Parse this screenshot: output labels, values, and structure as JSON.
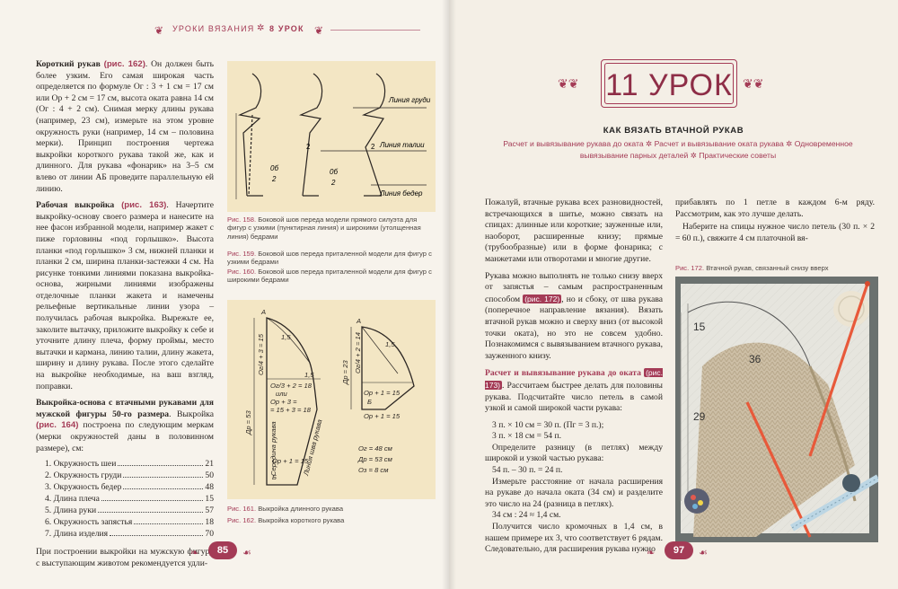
{
  "header": {
    "section": "УРОКИ ВЯЗАНИЯ",
    "lesson": "8 УРОК"
  },
  "left_text": {
    "p1_head": "Короткий рукав",
    "p1_ref": "(рис. 162)",
    "p1_body": ". Он должен быть более узким. Его самая широкая часть определяется по формуле Ог : 3 + 1 см = 17 см или Ор + 2 см = 17 см, высота оката равна 14 см (Ог : 4 + 2 см). Снимая мерку длины рукава (например, 23 см), измерьте на этом уровне окружность руки (например, 14 см – половина мерки). Принцип построения чертежа выкройки короткого рукава такой же, как и длинного. Для рукава «фонарик» на 3–5 см влево от линии АБ проведите параллельную ей линию.",
    "p2_head": "Рабочая выкройка",
    "p2_ref": "(рис. 163)",
    "p2_body": ". Начертите выкройку-основу своего размера и нанесите на нее фасон избранной модели, например жакет с пиже горловины «под горлышко». Высота планки «под горлышко» 3 см, нижней планки и планки 2 см, ширина планки-застежки 4 см. На рисунке тонкими линиями показана выкройка-основа, жирными линиями изображены отделочные планки жакета и намечены рельефные вертикальные линии узора – получилась рабочая выкройка. Вырежьте ее, заколите вытачку, приложите выкройку к себе и уточните длину плеча, форму проймы, место вытачки и кармана, линию талии, длину жакета, ширину и длину рукава. После этого сделайте на выкройке необходимые, на ваш взгляд, поправки.",
    "p3_head": "Выкройка-основа с втачными рукавами для мужской фигуры 50-го размера",
    "p3_mid": ". Выкройка",
    "p3_ref": "(рис. 164)",
    "p3_body": " построена по следующим меркам (мерки окружностей даны в половинном размере), см:",
    "measurements": [
      {
        "label": "1. Окружность шеи",
        "value": "21"
      },
      {
        "label": "2. Окружность груди",
        "value": "50"
      },
      {
        "label": "3. Окружность бедер",
        "value": "48"
      },
      {
        "label": "4. Длина плеча",
        "value": "15"
      },
      {
        "label": "5. Длина руки",
        "value": "57"
      },
      {
        "label": "6. Окружность запястья",
        "value": "18"
      },
      {
        "label": "7. Длина изделия",
        "value": "70"
      }
    ],
    "p4_body": "При построении выкройки на мужскую фигуру с выступающим животом рекомендуется удли-"
  },
  "left_figs": {
    "top_labels": {
      "chest": "Линия груди",
      "waist": "Линия талии",
      "hip": "Линия бедер",
      "n2a": "2",
      "n2b": "2",
      "frac_num": "0б",
      "frac_den": "2"
    },
    "cap158_num": "Рис. 158.",
    "cap158": " Боковой шов переда модели прямого силуэта для фигур с узкими (пунктирная линия) и широкими (утолщенная линия) бедрами",
    "cap159_num": "Рис. 159.",
    "cap159": " Боковой шов переда приталенной модели для фигур с узкими бедрами",
    "cap160_num": "Рис. 160.",
    "cap160": " Боковой шов переда приталенной модели для фигур с широкими бедрами",
    "bottom_labels": {
      "a1": "А",
      "b1": "Б",
      "a2": "А",
      "b2": "Б",
      "f1": "Ог/4 + 3 = 15",
      "f2": "Ог/3 + 2 = 18",
      "f2b": "или",
      "f2c": "Ор + 3 =",
      "f2d": "= 15 + 3 = 18",
      "f3": "Ор + 1 = 15",
      "f4": "Ог/4 + 2 = 14",
      "f5": "Ор + 1 = 15",
      "f6": "Ор + 1 = 15",
      "seam1": "Середина рукава",
      "seam2": "Линия шва рукава",
      "dr53": "Др = 53",
      "dr23": "Др = 23",
      "t15a": "1,5",
      "t15b": "1,5",
      "t15c": "1,5",
      "og": "Ог = 48 см",
      "dr": "Др = 53 см",
      "oz": "Оз = 8 см"
    },
    "cap161_num": "Рис. 161.",
    "cap161": " Выкройка длинного рукава",
    "cap162_num": "Рис. 162.",
    "cap162": " Выкройка короткого рукава"
  },
  "right": {
    "lesson_title": "11 УРОК",
    "subtitle": "КАК ВЯЗАТЬ ВТАЧНОЙ РУКАВ",
    "topics": [
      "Расчет и вывязывание рукава до оката",
      "Расчет и вывязывание оката рукава",
      "Одновременное вывязывание парных деталей",
      "Практические советы"
    ],
    "c1_p1": "Пожалуй, втачные рукава всех разновидностей, встречающихся в шитье, можно связать на спицах: длинные или короткие; зауженные или, наоборот, расширенные книзу; прямые (трубообразные) или в форме фонарика; с манжетами или отворотами и многие другие.",
    "c1_p2a": "Рукава можно выполнять не только снизу вверх от запястья – самым распространенным способом",
    "c1_p2ref": "(рис. 172)",
    "c1_p2b": ", но и сбоку, от шва рукава (поперечное направление вязания). Вязать втачной рукав можно и сверху вниз (от высокой точки оката), но это не совсем удобно. Познакомимся с вывязыванием втачного рукава, зауженного книзу.",
    "c1_h": "Расчет и вывязывание рукава до оката",
    "c1_href": "(рис. 173)",
    "c1_p3": ". Рассчитаем быстрее делать для половины рукава. Подсчитайте число петель в самой узкой и самой широкой части рукава:",
    "c1_eq1": "3 п. × 10 см = 30 п. (Пг = 3 п.);",
    "c1_eq2": "3 п. × 18 см = 54 п.",
    "c1_p4": "Определите разницу (в петлях) между широкой и узкой частью рукава:",
    "c1_eq3": "54 п. – 30 п. = 24 п.",
    "c1_p5": "Измерьте расстояние от начала расширения на рукаве до начала оката (34 см) и разделите это число на 24 (разница в петлях).",
    "c1_eq4": "34 см : 24 ≈ 1,4 см.",
    "c1_p6": "Получится число кромочных в 1,4 см, в нашем примере их 3, что соответствует 6 рядам. Следовательно, для расширения рукава нужно",
    "c2_p1": "прибавлять по 1 петле в каждом 6-м ряду. Рассмотрим, как это лучше делать.",
    "c2_p2": "Наберите на спицы нужное число петель (30 п. × 2 = 60 п.), свяжите 4 см платочной вя-",
    "cap172_num": "Рис. 172.",
    "cap172": " Втачной рукав, связанный снизу вверх",
    "photo_labels": {
      "m15": "15",
      "m36": "36",
      "m29": "29"
    }
  },
  "page_numbers": {
    "left": "85",
    "right": "97"
  },
  "colors": {
    "accent": "#a43b56",
    "figure_bg": "#f3e6c4"
  }
}
